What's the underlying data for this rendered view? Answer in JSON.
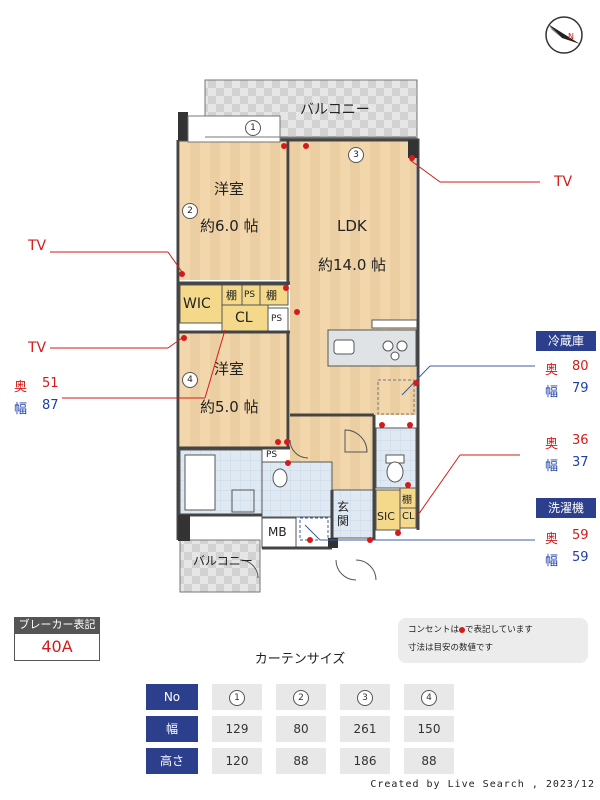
{
  "rooms": {
    "balcony_top": "バルコニー",
    "western1_name": "洋室",
    "western1_size": "約6.0 帖",
    "ldk_name": "LDK",
    "ldk_size": "約14.0 帖",
    "wic": "WIC",
    "shelf1": "棚",
    "shelf2": "棚",
    "ps1": "PS",
    "ps2": "PS",
    "ps3": "PS",
    "cl1": "CL",
    "western2_name": "洋室",
    "western2_size": "約5.0 帖",
    "mb": "MB",
    "entrance": "玄\n関",
    "sic": "SIC",
    "shelf3": "棚",
    "cl2": "CL",
    "balcony_bottom": "バルコニー"
  },
  "windows": {
    "w1": "1",
    "w2": "2",
    "w3": "3",
    "w4": "4"
  },
  "annotations": {
    "tv_right": "TV",
    "tv_left1": "TV",
    "tv_left2": "TV",
    "bed_depth_label": "奥",
    "bed_depth_val": "51",
    "bed_width_label": "幅",
    "bed_width_val": "87",
    "fridge_title": "冷蔵庫",
    "fridge_depth_label": "奥",
    "fridge_depth_val": "80",
    "fridge_width_label": "幅",
    "fridge_width_val": "79",
    "sic_depth_label": "奥",
    "sic_depth_val": "36",
    "sic_width_label": "幅",
    "sic_width_val": "37",
    "washer_title": "洗濯機",
    "washer_depth_label": "奥",
    "washer_depth_val": "59",
    "washer_width_label": "幅",
    "washer_width_val": "59"
  },
  "compass": "N",
  "breaker": {
    "title": "ブレーカー表記",
    "value": "40A"
  },
  "note": {
    "line1_pre": "コンセントは",
    "line1_post": "で表記しています",
    "line2": "寸法は目安の数値です"
  },
  "curtain": {
    "title": "カーテンサイズ",
    "header": [
      "No",
      "1",
      "2",
      "3",
      "4"
    ],
    "width_label": "幅",
    "width": [
      "129",
      "80",
      "261",
      "150"
    ],
    "height_label": "高さ",
    "height": [
      "120",
      "88",
      "186",
      "88"
    ]
  },
  "credit": "Created by Live Search , 2023/12",
  "colors": {
    "wood": "#f2d6ac",
    "wood_stripe": "#ead0a6",
    "closet": "#f5d98a",
    "tile": "#d8e4f0",
    "dark_blue": "#2b3f8c",
    "red": "#d61a1a"
  }
}
